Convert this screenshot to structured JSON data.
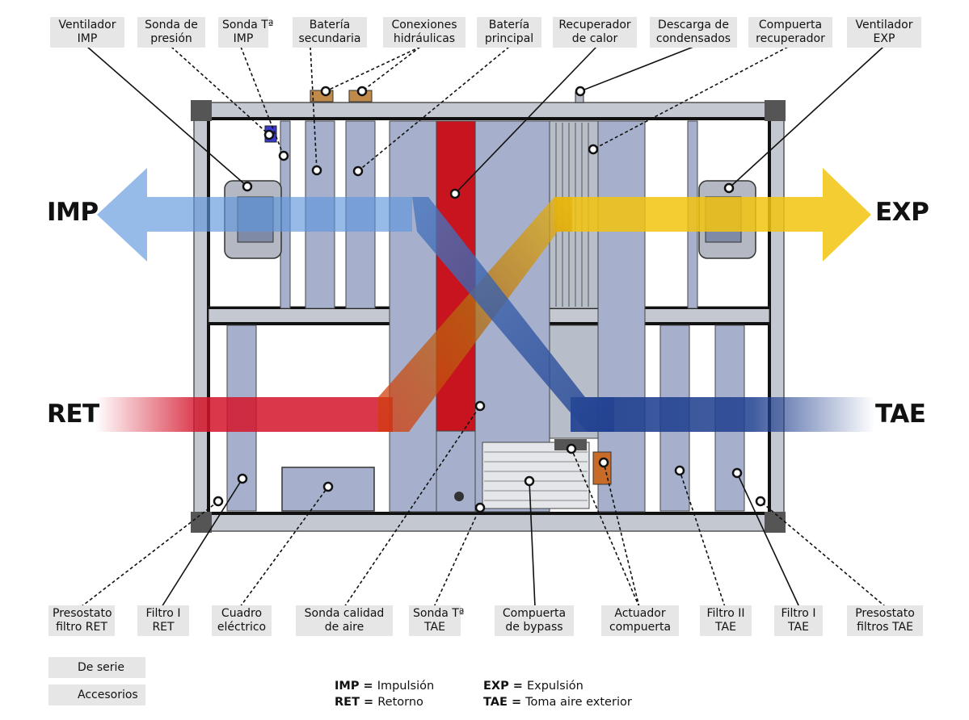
{
  "colors": {
    "frame": "#c4c8d0",
    "panel": "#a6b0cc",
    "red_battery": "#c8141e",
    "imp_blue": "#5f96dd",
    "exp_yellow": "#f2c40f",
    "ret_red": "#d4142a",
    "tae_blue": "#1f3f8f",
    "label_bg": "#e6e6e6"
  },
  "flows": {
    "imp": "IMP",
    "exp": "EXP",
    "ret": "RET",
    "tae": "TAE"
  },
  "top_labels": [
    {
      "id": "ventilador-imp",
      "lines": [
        "Ventilador",
        "IMP"
      ],
      "style": "solid"
    },
    {
      "id": "sonda-presion",
      "lines": [
        "Sonda de",
        "presión"
      ],
      "style": "dashed"
    },
    {
      "id": "sonda-t-imp",
      "lines": [
        "Sonda Tª",
        "IMP"
      ],
      "style": "dashed"
    },
    {
      "id": "bateria-secundaria",
      "lines": [
        "Batería",
        "secundaria"
      ],
      "style": "dashed"
    },
    {
      "id": "conexiones-hidraulicas",
      "lines": [
        "Conexiones",
        "hidráulicas"
      ],
      "style": "dashed"
    },
    {
      "id": "bateria-principal",
      "lines": [
        "Batería",
        "principal"
      ],
      "style": "dashed"
    },
    {
      "id": "recuperador-calor",
      "lines": [
        "Recuperador",
        "de calor"
      ],
      "style": "solid"
    },
    {
      "id": "descarga-condensados",
      "lines": [
        "Descarga de",
        "condensados"
      ],
      "style": "solid"
    },
    {
      "id": "compuerta-recuperador",
      "lines": [
        "Compuerta",
        "recuperador"
      ],
      "style": "dashed"
    },
    {
      "id": "ventilador-exp",
      "lines": [
        "Ventilador",
        "EXP"
      ],
      "style": "solid"
    }
  ],
  "bottom_labels": [
    {
      "id": "presostato-filtro-ret",
      "lines": [
        "Presostato",
        "filtro RET"
      ],
      "style": "dashed"
    },
    {
      "id": "filtro-i-ret",
      "lines": [
        "Filtro I",
        "RET"
      ],
      "style": "solid"
    },
    {
      "id": "cuadro-electrico",
      "lines": [
        "Cuadro",
        "eléctrico"
      ],
      "style": "dashed"
    },
    {
      "id": "sonda-calidad-aire",
      "lines": [
        "Sonda calidad",
        "de aire"
      ],
      "style": "dashed"
    },
    {
      "id": "sonda-t-tae",
      "lines": [
        "Sonda Tª",
        "TAE"
      ],
      "style": "dashed"
    },
    {
      "id": "compuerta-bypass",
      "lines": [
        "Compuerta",
        "de bypass"
      ],
      "style": "solid"
    },
    {
      "id": "actuador-compuerta",
      "lines": [
        "Actuador",
        "compuerta"
      ],
      "style": "dashed"
    },
    {
      "id": "filtro-ii-tae",
      "lines": [
        "Filtro II",
        "TAE"
      ],
      "style": "dashed"
    },
    {
      "id": "filtro-i-tae",
      "lines": [
        "Filtro I",
        "TAE"
      ],
      "style": "solid"
    },
    {
      "id": "presostato-filtros-tae",
      "lines": [
        "Presostato",
        "filtros TAE"
      ],
      "style": "dashed"
    }
  ],
  "legend": {
    "series": "De serie",
    "accessories": "Accesorios"
  },
  "abbreviations": [
    {
      "code": "IMP",
      "sep": " = ",
      "text": "Impulsión"
    },
    {
      "code": "RET",
      "sep": " = ",
      "text": "Retorno"
    },
    {
      "code": "EXP",
      "sep": " = ",
      "text": "Expulsión"
    },
    {
      "code": "TAE",
      "sep": " = ",
      "text": "Toma aire exterior"
    }
  ]
}
